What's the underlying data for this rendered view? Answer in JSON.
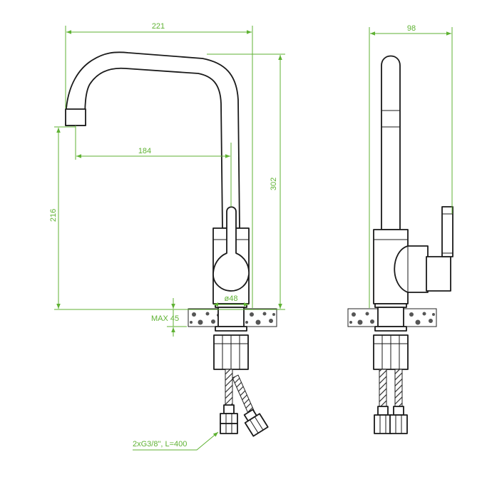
{
  "dimensions": {
    "width_overall": "221",
    "reach": "184",
    "height_spout": "216",
    "height_total": "302",
    "base_diameter": "ø48",
    "max_counter": "MAX 45",
    "side_depth": "98",
    "hoses": "2xG3/8\", L=400"
  },
  "colors": {
    "dimension": "#5fb233",
    "outline": "#1a1a1a"
  }
}
